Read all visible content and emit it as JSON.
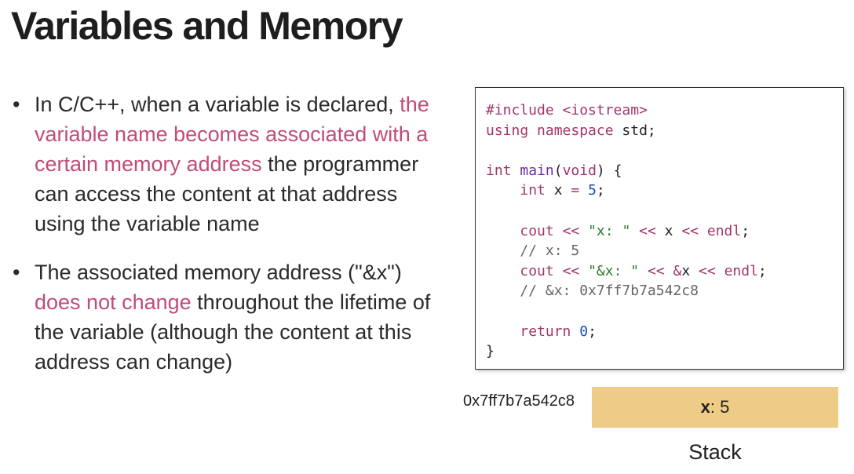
{
  "slide": {
    "title": "Variables and Memory"
  },
  "bullets": [
    {
      "bullet_char": "•",
      "parts": [
        {
          "text": "In C/C++, when a variable is declared, ",
          "highlight": false
        },
        {
          "text": "the variable name becomes associated with a certain memory address",
          "highlight": true
        },
        {
          "text": " the programmer can access the content at that address using the variable name",
          "highlight": false
        }
      ]
    },
    {
      "bullet_char": "•",
      "parts": [
        {
          "text": "The associated memory address (\"&x\") ",
          "highlight": false
        },
        {
          "text": "does not change",
          "highlight": true
        },
        {
          "text": " throughout the lifetime of the variable (although the content at this address can change)",
          "highlight": false
        }
      ]
    }
  ],
  "code": {
    "lines": [
      "#include <iostream>",
      "using namespace std;",
      "",
      "int main(void) {",
      "    int x = 5;",
      "",
      "    cout << \"x: \" << x << endl;",
      "    // x: 5",
      "    cout << \"&x: \" << &x << endl;",
      "    // &x: 0x7ff7b7a542c8",
      "",
      "    return 0;",
      "}"
    ]
  },
  "memory": {
    "address": "0x7ff7b7a542c8",
    "var_name": "x",
    "separator": ":",
    "var_value": "5",
    "region_label": "Stack"
  },
  "colors": {
    "highlight": "#c14b7a",
    "stack_fill": "#eecb87"
  }
}
